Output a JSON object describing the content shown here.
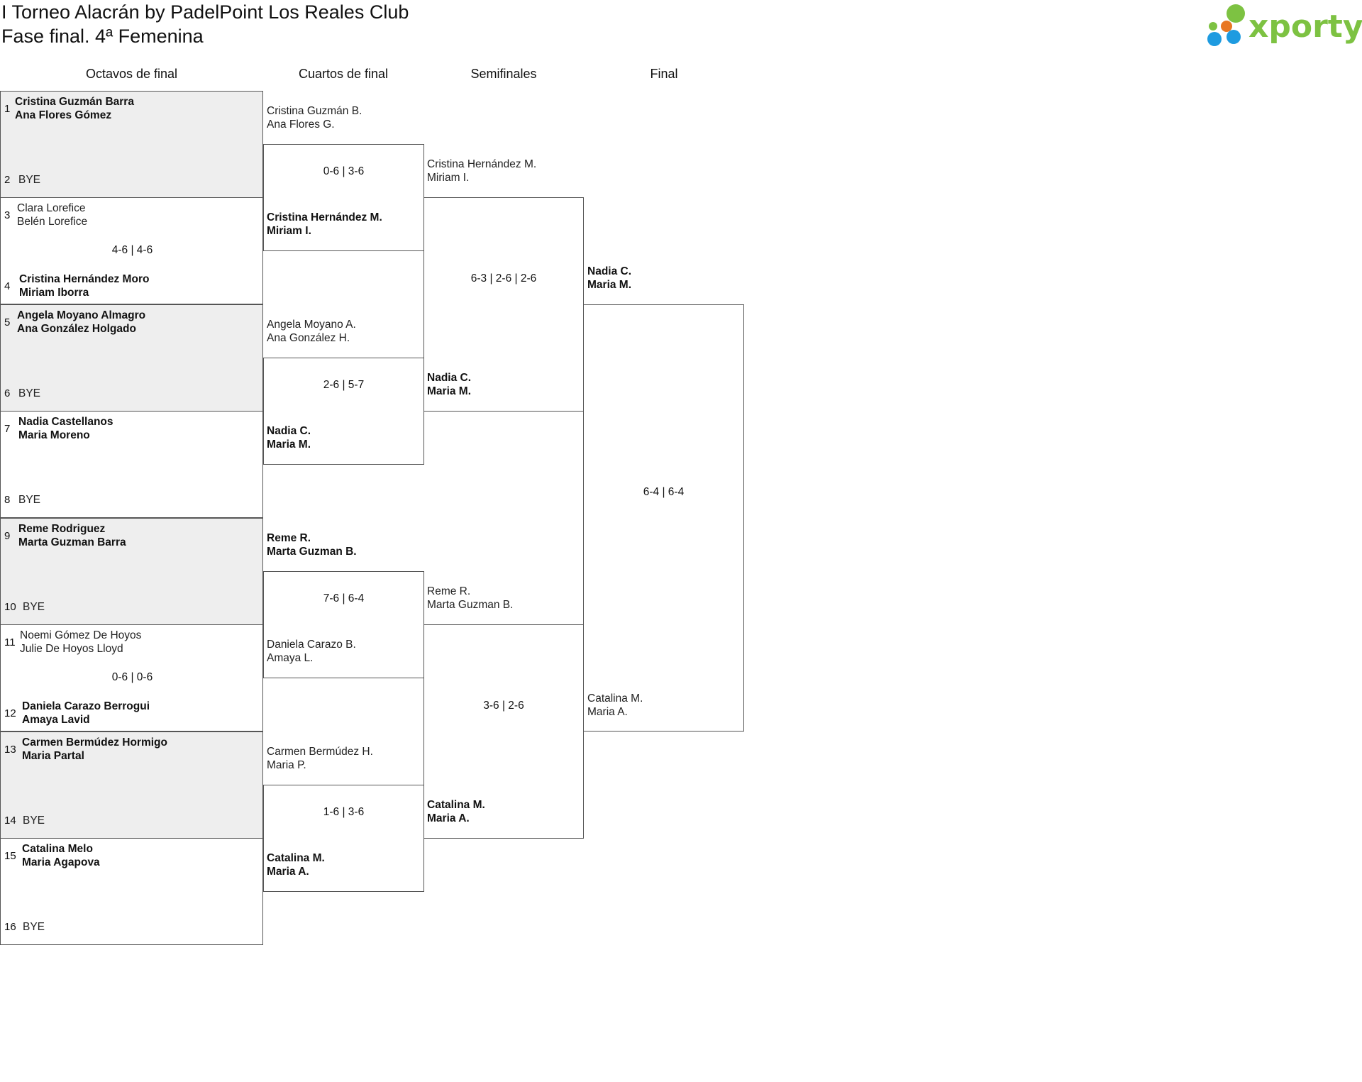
{
  "header": {
    "title_line1": "I Torneo Alacrán by PadelPoint Los Reales Club",
    "title_line2": "Fase final. 4ª Femenina",
    "logo_text": "xporty"
  },
  "rounds": [
    "Octavos de final",
    "Cuartos de final",
    "Semifinales",
    "Final"
  ],
  "octavos": [
    {
      "seed_a": "1",
      "a1": "Cristina Guzmán Barra",
      "a2": "Ana Flores Gómez",
      "seed_b": "2",
      "b1": "BYE",
      "b2": "",
      "score": "",
      "winner": "a"
    },
    {
      "seed_a": "3",
      "a1": "Clara Lorefice",
      "a2": "Belén Lorefice",
      "seed_b": "4",
      "b1": "Cristina Hernández Moro",
      "b2": "Miriam Iborra",
      "score": "4-6 | 4-6",
      "winner": "b"
    },
    {
      "seed_a": "5",
      "a1": "Angela Moyano Almagro",
      "a2": "Ana González Holgado",
      "seed_b": "6",
      "b1": "BYE",
      "b2": "",
      "score": "",
      "winner": "a"
    },
    {
      "seed_a": "7",
      "a1": "Nadia Castellanos",
      "a2": "Maria Moreno",
      "seed_b": "8",
      "b1": "BYE",
      "b2": "",
      "score": "",
      "winner": "a"
    },
    {
      "seed_a": "9",
      "a1": "Reme Rodriguez",
      "a2": "Marta Guzman Barra",
      "seed_b": "10",
      "b1": "BYE",
      "b2": "",
      "score": "",
      "winner": "a"
    },
    {
      "seed_a": "11",
      "a1": "Noemi Gómez De Hoyos",
      "a2": "Julie De Hoyos Lloyd",
      "seed_b": "12",
      "b1": "Daniela Carazo Berrogui",
      "b2": "Amaya Lavid",
      "score": "0-6 | 0-6",
      "winner": "b"
    },
    {
      "seed_a": "13",
      "a1": "Carmen Bermúdez Hormigo",
      "a2": "Maria Partal",
      "seed_b": "14",
      "b1": "BYE",
      "b2": "",
      "score": "",
      "winner": "a"
    },
    {
      "seed_a": "15",
      "a1": "Catalina Melo",
      "a2": "Maria Agapova",
      "seed_b": "16",
      "b1": "BYE",
      "b2": "",
      "score": "",
      "winner": "a"
    }
  ],
  "cuartos": [
    {
      "a1": "Cristina Guzmán B.",
      "a2": "Ana Flores G.",
      "b1": "Cristina Hernández M.",
      "b2": "Miriam I.",
      "score": "0-6 | 3-6",
      "winner": "b"
    },
    {
      "a1": "Angela Moyano A.",
      "a2": "Ana González H.",
      "b1": "Nadia C.",
      "b2": "Maria M.",
      "score": "2-6 | 5-7",
      "winner": "b"
    },
    {
      "a1": "Reme R.",
      "a2": "Marta Guzman B.",
      "b1": "Daniela Carazo B.",
      "b2": "Amaya L.",
      "score": "7-6 | 6-4",
      "winner": "a"
    },
    {
      "a1": "Carmen Bermúdez H.",
      "a2": "Maria P.",
      "b1": "Catalina M.",
      "b2": "Maria A.",
      "score": "1-6 | 3-6",
      "winner": "b"
    }
  ],
  "semis": [
    {
      "a1": "Cristina Hernández M.",
      "a2": "Miriam I.",
      "b1": "Nadia C.",
      "b2": "Maria M.",
      "score": "6-3 | 2-6 | 2-6",
      "winner": "b"
    },
    {
      "a1": "Reme R.",
      "a2": "Marta Guzman B.",
      "b1": "Catalina M.",
      "b2": "Maria A.",
      "score": "3-6 | 2-6",
      "winner": "b"
    }
  ],
  "final": {
    "a1": "Nadia C.",
    "a2": "Maria M.",
    "b1": "Catalina M.",
    "b2": "Maria A.",
    "score": "6-4 | 6-4",
    "winner": "a"
  },
  "colors": {
    "shade": "#eeeeee",
    "border": "#555555",
    "logo_green": "#7dc242",
    "logo_orange": "#e87722",
    "logo_blue": "#1e9be0"
  }
}
